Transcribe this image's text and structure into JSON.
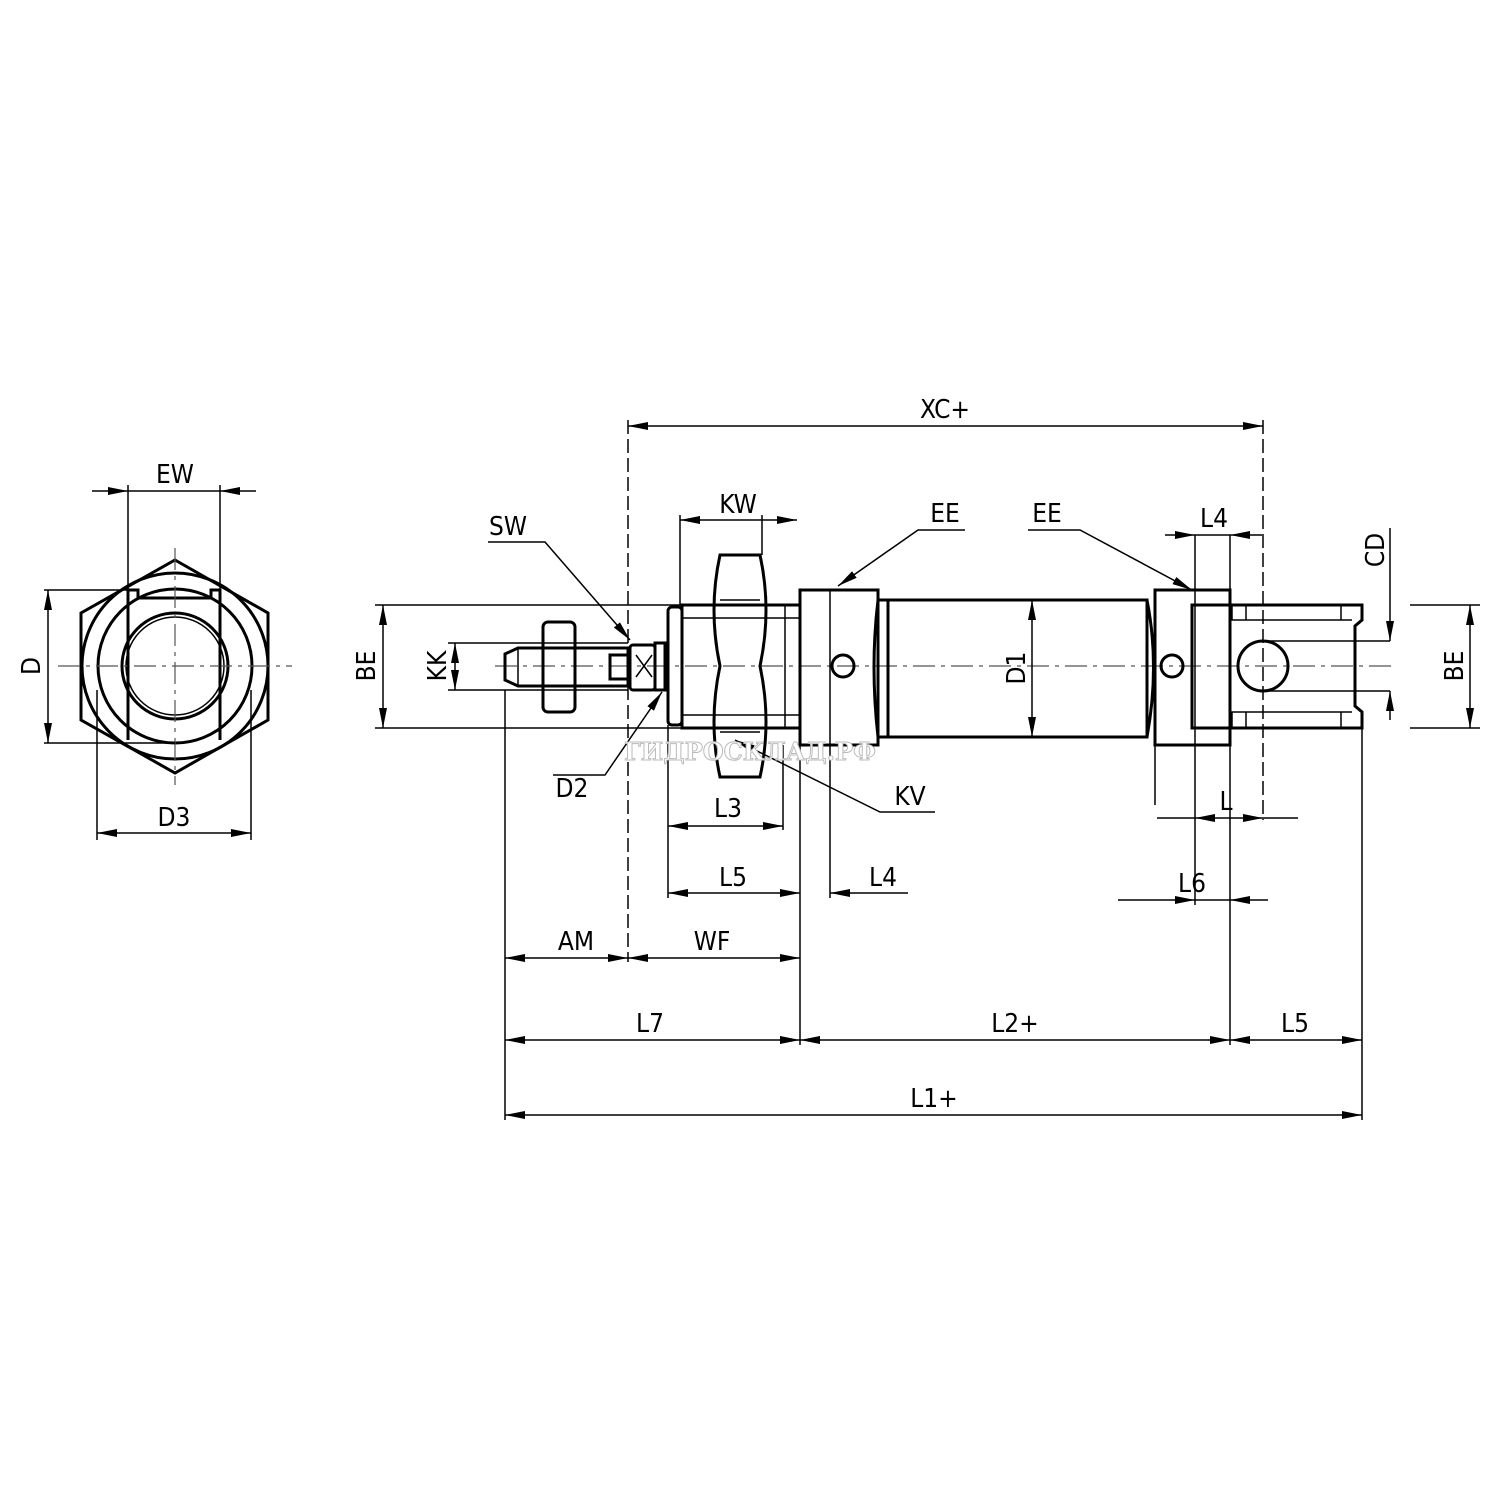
{
  "watermark": "ГИДРОСКЛАД.РФ",
  "end_view": {
    "labels": {
      "ew": "EW",
      "d": "D",
      "d3": "D3"
    }
  },
  "side_view": {
    "labels": {
      "xc": "XC+",
      "kw": "KW",
      "sw": "SW",
      "ee_front": "EE",
      "ee_rear": "EE",
      "l4_top": "L4",
      "cd": "CD",
      "be_left": "BE",
      "kk": "KK",
      "be_right": "BE",
      "d1": "D1",
      "d2": "D2",
      "kv": "KV",
      "l3": "L3",
      "l": "L",
      "l5_front": "L5",
      "l4_bottom": "L4",
      "l6": "L6",
      "am": "AM",
      "wf": "WF",
      "l7": "L7",
      "l2": "L2+",
      "l5_rear": "L5",
      "l1": "L1+"
    }
  }
}
